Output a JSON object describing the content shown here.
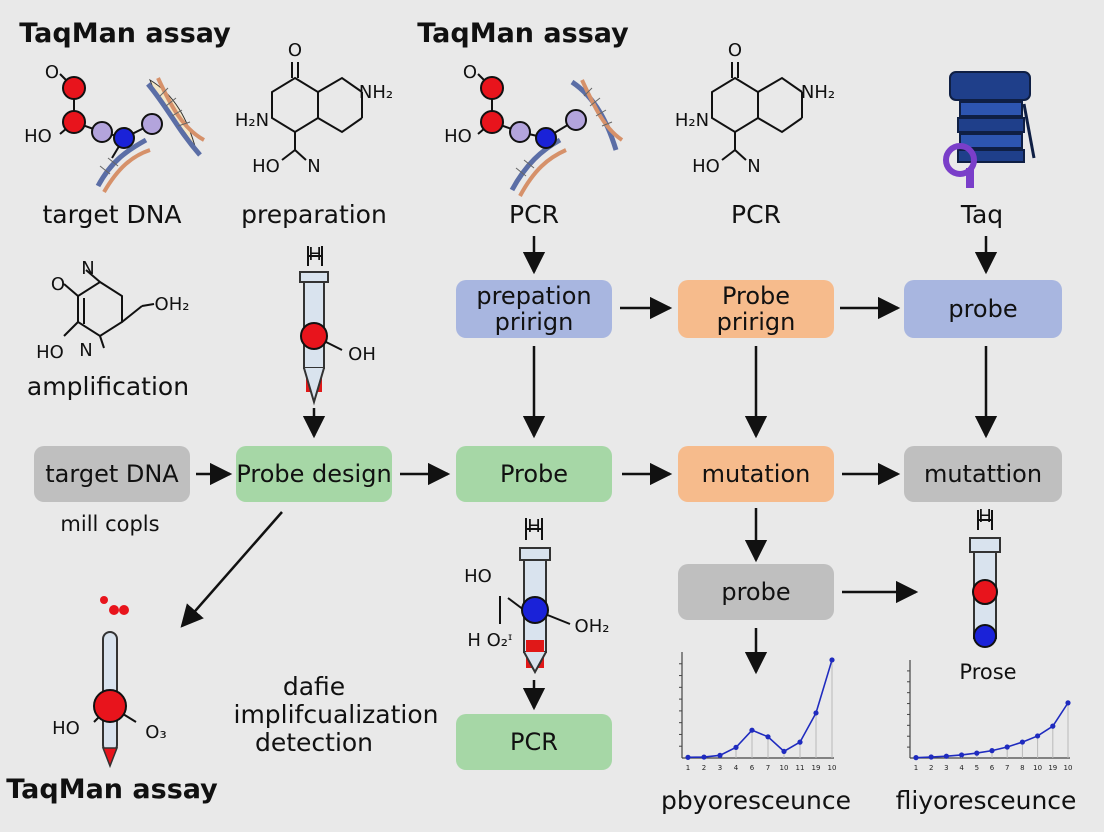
{
  "titles": {
    "left": "TaqMan assay",
    "center": "TaqMan assay",
    "bottom_left": "TaqMan assay"
  },
  "labels": {
    "target_dna_top": "target DNA",
    "preparation": "preparation",
    "pcr_center": "PCR",
    "pcr_right": "PCR",
    "taq": "Taq",
    "amplification": "amplification",
    "mill_copls": "mill copls",
    "detection_line1": "dafie",
    "detection_line2": "implifcualization",
    "detection_line3": "detection",
    "prose": "Prose",
    "chart1_caption": "pbyoresceunce",
    "chart2_caption": "fliyoresceunce"
  },
  "boxes": {
    "prepation_line1": "prepation",
    "prepation_line2": "prirign",
    "probe_prirign_line1": "Probe",
    "probe_prirign_line2": "prirign",
    "probe_top_right": "probe",
    "target_dna": "target DNA",
    "probe_design": "Probe design",
    "probe_mid": "Probe",
    "mutation": "mutation",
    "mutattion": "mutattion",
    "probe_gray": "probe",
    "pcr_bottom": "PCR"
  },
  "chem": {
    "o": "O",
    "ho": "HO",
    "nh2": "NH₂",
    "h2n": "H₂N",
    "n": "N",
    "h": "H",
    "oh": "OH",
    "oh2": "OH₂",
    "o3": "O₃",
    "h_o2": "H O₂ᶦ"
  },
  "colors": {
    "background": "#e9e9e9",
    "blue_box": "#a8b6e0",
    "orange_box": "#f6bb8c",
    "green_box": "#a6d7a6",
    "gray_box": "#bfbfbf",
    "atom_red": "#e8141c",
    "atom_blue": "#1a22d8",
    "atom_lavender": "#b3a4dc",
    "chart_line": "#1f2bbf"
  },
  "chart_data": [
    {
      "type": "line",
      "x": [
        "1",
        "2",
        "3",
        "4",
        "6",
        "7",
        "10",
        "11",
        "19",
        "10"
      ],
      "series": [
        {
          "values": [
            0.5,
            0.7,
            2,
            8,
            21,
            16,
            5,
            12,
            34,
            74
          ]
        }
      ],
      "ylim": [
        0,
        80
      ],
      "grid": true
    },
    {
      "type": "line",
      "x": [
        "1",
        "2",
        "3",
        "4",
        "5",
        "6",
        "7",
        "8",
        "10",
        "19",
        "10"
      ],
      "series": [
        {
          "values": [
            0.3,
            0.8,
            1.5,
            2.5,
            4,
            6,
            9,
            13,
            18,
            26,
            45
          ]
        }
      ],
      "ylim": [
        0,
        80
      ],
      "grid": true
    }
  ]
}
